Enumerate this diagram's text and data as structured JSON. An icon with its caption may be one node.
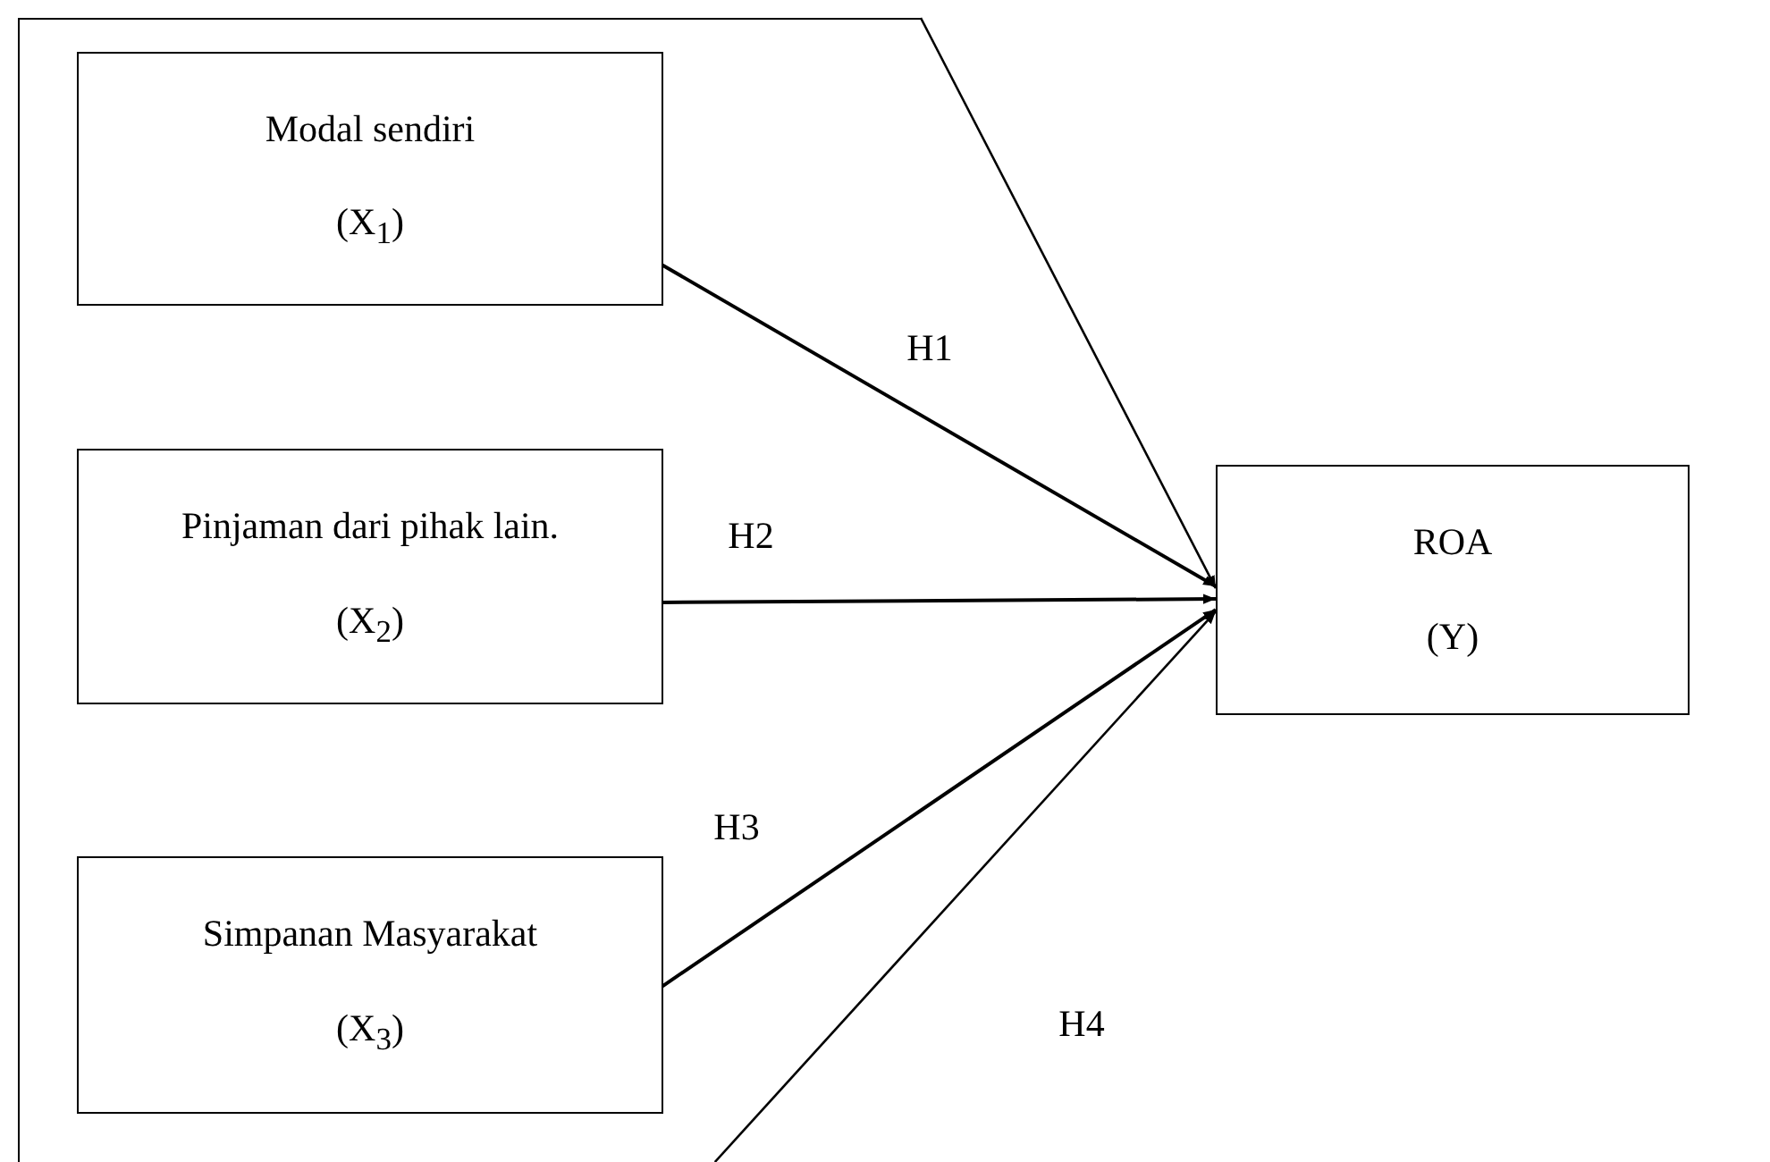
{
  "diagram": {
    "nodes": [
      {
        "text": [],
        "shape": "box"
      },
      {
        "text": [
          "Modal sendiri",
          "(X$_{1}$)"
        ],
        "in": 0
      },
      {
        "text": [
          "Pinjaman dari pihak lain.",
          "(X$_{2}$)"
        ],
        "in": 0
      },
      {
        "text": [
          "Simpanan Masyarakat",
          "(X$_{3}$)"
        ],
        "in": 0
      },
      {
        "text": [
          "ROA",
          "(Y)"
        ]
      }
    ],
    "edges": [
      {
        "from": 1,
        "to": 4,
        "arrow": "to",
        "label": "H1"
      },
      {
        "from": 2,
        "to": 4,
        "arrow": "to",
        "label": "H2"
      },
      {
        "from": 3,
        "to": 4,
        "arrow": "to",
        "label": "H3"
      },
      {
        "from": 0,
        "to": 4,
        "arrow": "to"
      },
      {
        "from": 0,
        "to": 4,
        "arrow": "to",
        "label": "H4"
      }
    ]
  }
}
